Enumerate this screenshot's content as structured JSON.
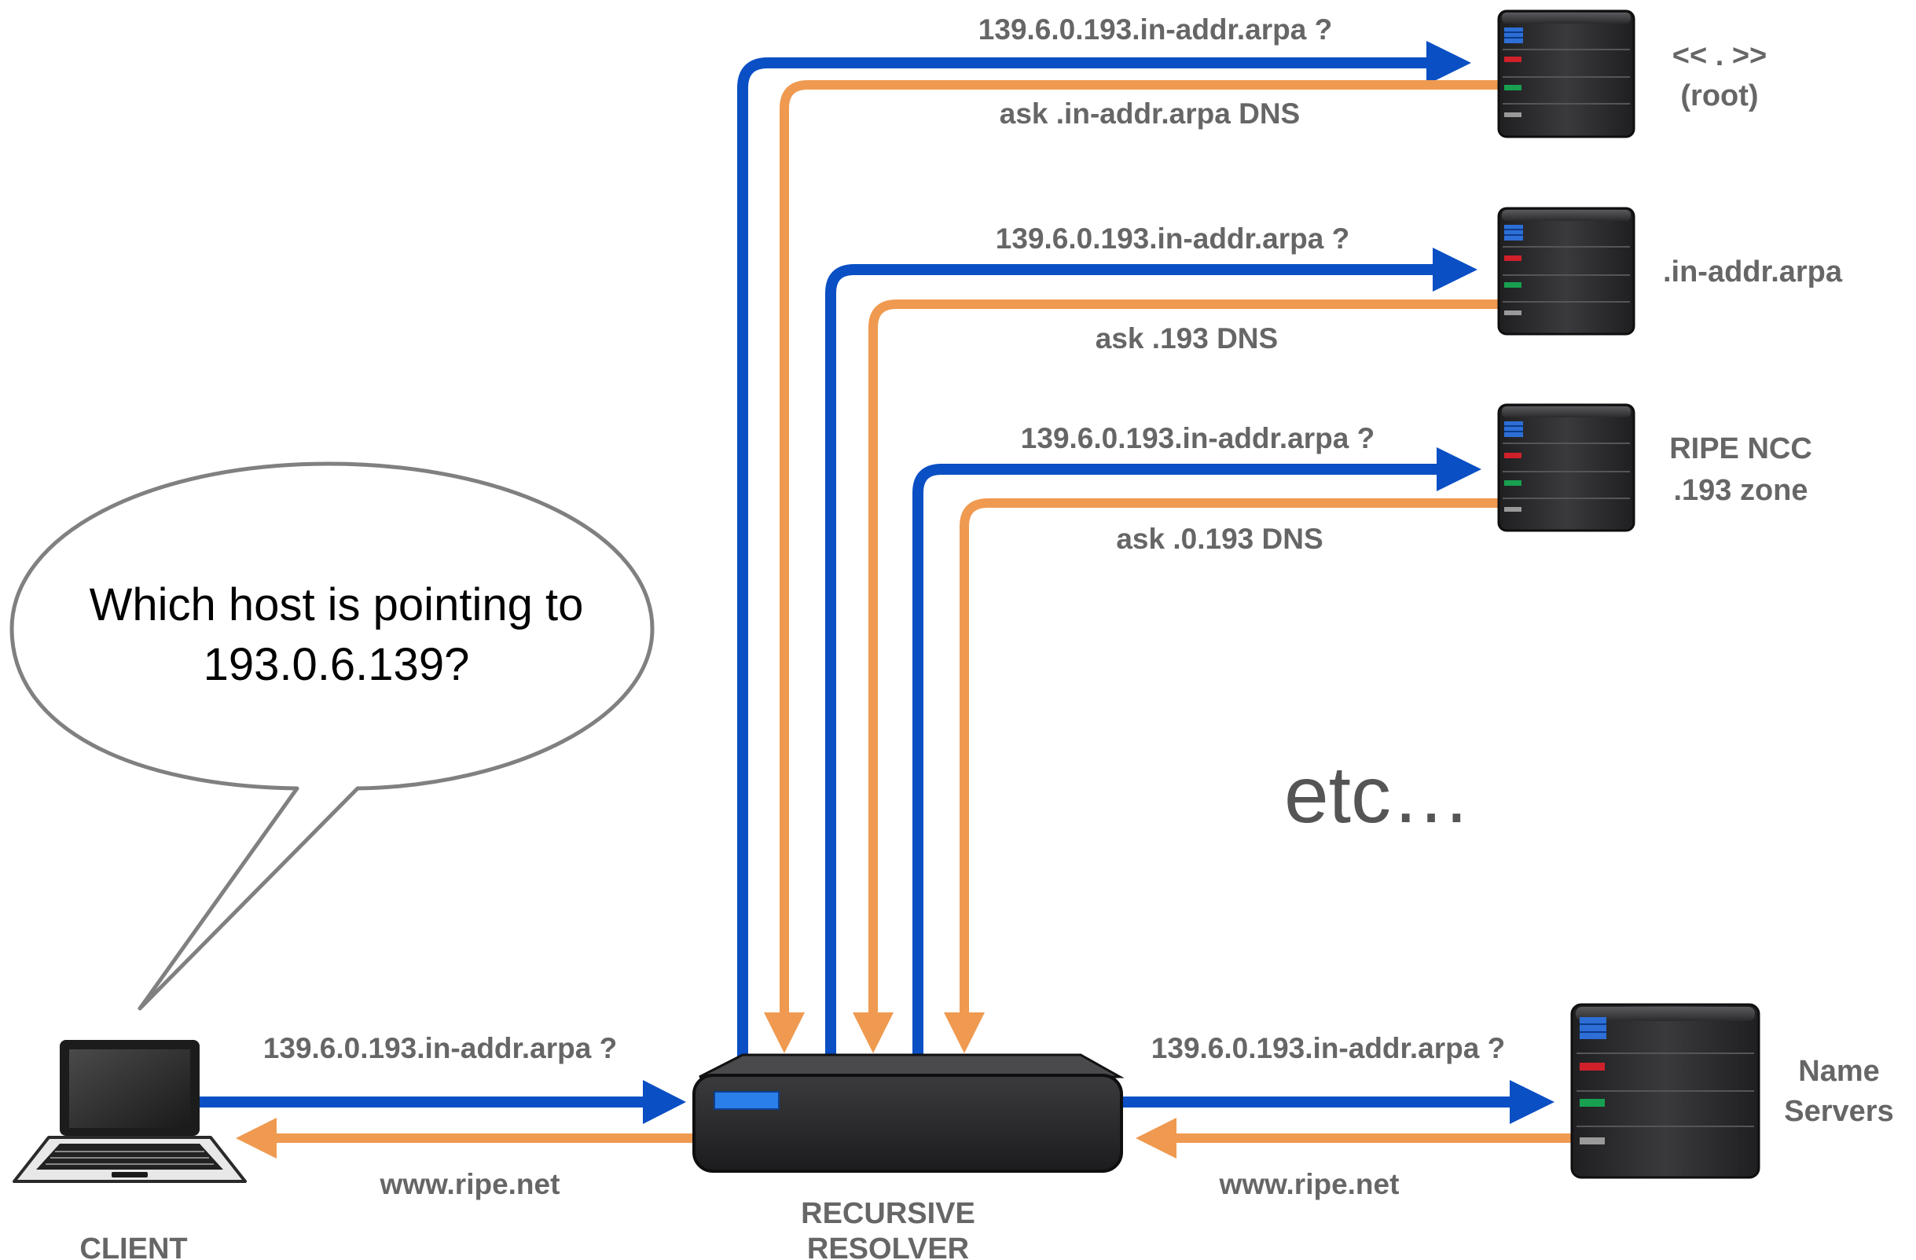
{
  "colors": {
    "query_arrow": "#0a4fc4",
    "answer_arrow": "#ef9a50",
    "label_text": "#666666",
    "server_body": "#2c2c2e",
    "bubble_stroke": "#808080"
  },
  "bubble": {
    "line1": "Which host is pointing to",
    "line2": "193.0.6.139?"
  },
  "client": {
    "icon": "laptop-icon",
    "label": "CLIENT"
  },
  "resolver": {
    "icon": "resolver-box-icon",
    "label_line1": "RECURSIVE",
    "label_line2": "RESOLVER"
  },
  "servers": [
    {
      "icon": "server-icon",
      "label_line1": "<< . >>",
      "label_line2": "(root)"
    },
    {
      "icon": "server-icon",
      "label_line1": ".in-addr.arpa",
      "label_line2": ""
    },
    {
      "icon": "server-icon",
      "label_line1": "RIPE NCC",
      "label_line2": ".193 zone"
    },
    {
      "icon": "server-icon",
      "label_line1": "Name",
      "label_line2": "Servers"
    }
  ],
  "flows": [
    {
      "query": "139.6.0.193.in-addr.arpa ?",
      "answer": "ask .in-addr.arpa DNS"
    },
    {
      "query": "139.6.0.193.in-addr.arpa ?",
      "answer": "ask .193 DNS"
    },
    {
      "query": "139.6.0.193.in-addr.arpa ?",
      "answer": "ask .0.193 DNS"
    }
  ],
  "client_link": {
    "query": "139.6.0.193.in-addr.arpa ?",
    "answer": "www.ripe.net"
  },
  "nameserver_link": {
    "query": "139.6.0.193.in-addr.arpa ?",
    "answer": "www.ripe.net"
  },
  "etc_text": "etc…"
}
